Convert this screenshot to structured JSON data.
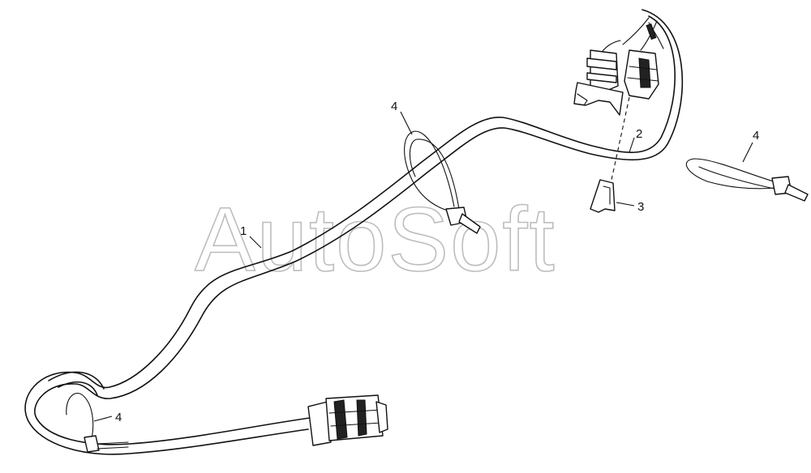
{
  "watermark": "AutoSoft",
  "callouts": {
    "c1": "1",
    "c2": "2",
    "c3": "3",
    "c4_top": "4",
    "c4_right": "4",
    "c4_bottom": "4"
  }
}
